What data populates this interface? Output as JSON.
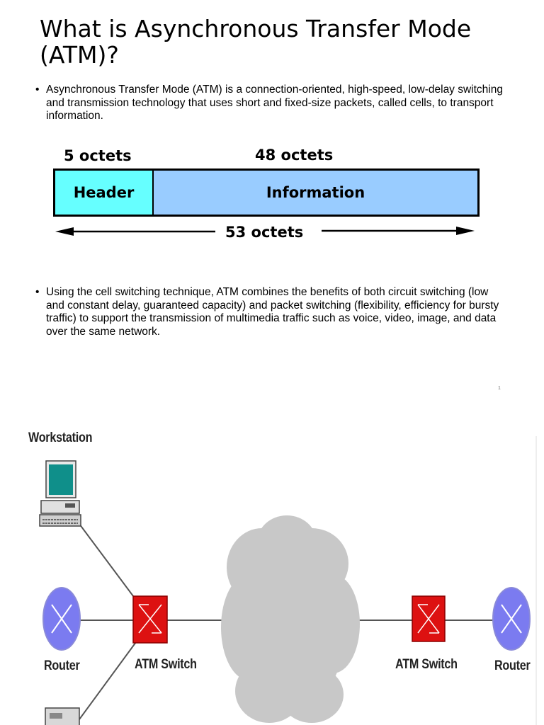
{
  "slide": {
    "title": "What is Asynchronous Transfer Mode (ATM)?",
    "bullets": [
      "Asynchronous Transfer Mode (ATM) is a connection-oriented, high-speed, low-delay switching and transmission technology that uses short and fixed-size packets, called cells, to transport information.",
      "Using the cell switching technique, ATM combines the benefits of both circuit switching (low and constant delay, guaranteed capacity) and packet switching (flexibility, efficiency for bursty traffic) to support the transmission of multimedia traffic such as voice, video, image, and data over the same network."
    ],
    "page_number": "1"
  },
  "cell_diagram": {
    "header_size": "5 octets",
    "info_size": "48 octets",
    "header_label": "Header",
    "info_label": "Information",
    "total_size": "53 octets",
    "colors": {
      "header": "#66ffff",
      "information": "#99ccff"
    }
  },
  "network_diagram": {
    "labels": {
      "workstation": "Workstation",
      "router_left": "Router",
      "switch_left": "ATM Switch",
      "switch_right": "ATM Switch",
      "router_right": "Router"
    },
    "colors": {
      "switch": "#dd1111",
      "router": "#7b7bf0",
      "cloud": "#c8c8c8"
    }
  }
}
